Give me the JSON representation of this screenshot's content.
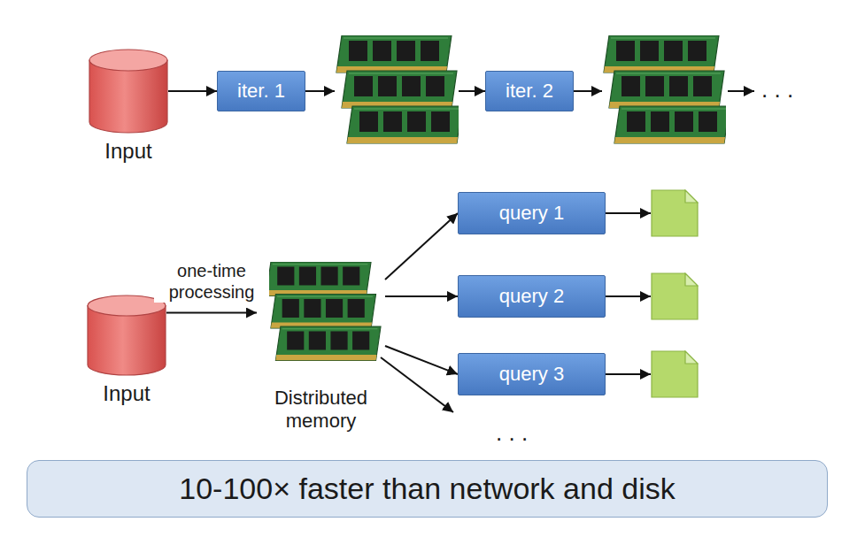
{
  "diagram": {
    "nodes": [
      {
        "text": [
          "Input"
        ]
      },
      {
        "text": [
          "iter. 1"
        ]
      },
      {
        "text": []
      },
      {
        "text": [
          "iter. 2"
        ]
      },
      {
        "text": []
      },
      {
        "text": [
          "Input"
        ]
      },
      {
        "text": [
          "Distributed memory"
        ]
      },
      {
        "text": [
          "query 1"
        ]
      },
      {
        "text": []
      },
      {
        "text": [
          "query 2"
        ]
      },
      {
        "text": []
      },
      {
        "text": [
          "query 3"
        ]
      },
      {
        "text": []
      },
      {
        "text": [
          "10-100× faster than network and disk"
        ]
      }
    ],
    "edges": [
      {
        "from": 0,
        "to": 1,
        "arrow": "to"
      },
      {
        "from": 1,
        "to": 2,
        "arrow": "to"
      },
      {
        "from": 2,
        "to": 3,
        "arrow": "to"
      },
      {
        "from": 3,
        "to": 4,
        "arrow": "to"
      },
      {
        "from": 5,
        "to": 6,
        "label": "one-time processing",
        "arrow": "to"
      },
      {
        "from": 6,
        "to": 7,
        "arrow": "to"
      },
      {
        "from": 6,
        "to": 9,
        "arrow": "to"
      },
      {
        "from": 6,
        "to": 11,
        "arrow": "to"
      },
      {
        "from": 7,
        "to": 8,
        "arrow": "to"
      },
      {
        "from": 9,
        "to": 10,
        "arrow": "to"
      },
      {
        "from": 11,
        "to": 12,
        "arrow": "to"
      }
    ],
    "labels": [
      ". . .",
      ". . ."
    ]
  }
}
